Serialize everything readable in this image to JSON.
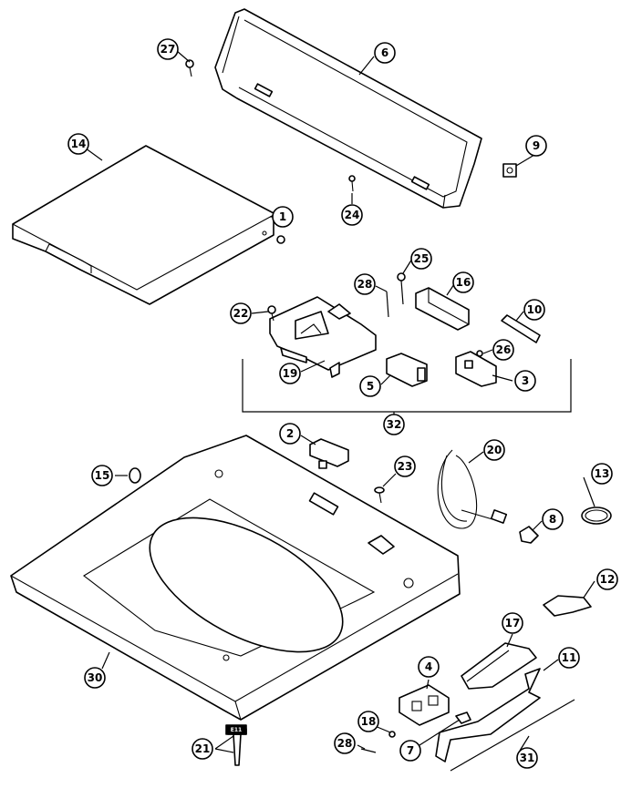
{
  "callouts": {
    "c1": "1",
    "c2": "2",
    "c3": "3",
    "c4": "4",
    "c5": "5",
    "c6": "6",
    "c7": "7",
    "c8": "8",
    "c9": "9",
    "c10": "10",
    "c11": "11",
    "c12": "12",
    "c13": "13",
    "c14": "14",
    "c15": "15",
    "c16": "16",
    "c17": "17",
    "c18": "18",
    "c19": "19",
    "c20": "20",
    "c21": "21",
    "c22": "22",
    "c23": "23",
    "c24": "24",
    "c25": "25",
    "c26": "26",
    "c27": "27",
    "c28a": "28",
    "c28b": "28",
    "c30": "30",
    "c31": "31",
    "c32": "32"
  },
  "tag_label": "E11"
}
